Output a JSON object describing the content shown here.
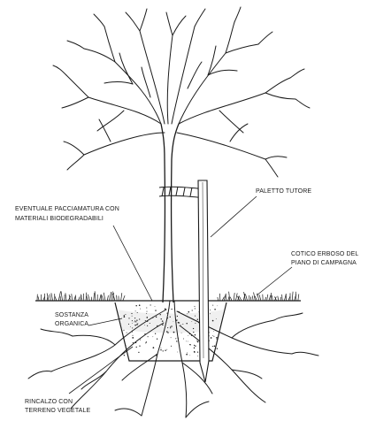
{
  "labels": {
    "mulch_line1": "EVENTUALE PACCIAMATURA CON",
    "mulch_line2": "MATERIALI BIODEGRADABILI",
    "stake": "PALETTO TUTORE",
    "turf_line1": "COTICO ERBOSO DEL",
    "turf_line2": "PIANO DI CAMPAGNA",
    "organic_line1": "SOSTANZA",
    "organic_line2": "ORGANICA",
    "backfill_line1": "RINCALZO CON",
    "backfill_line2": "TERRENO VEGETALE"
  },
  "colors": {
    "ink": "#1a1a1a",
    "background": "#ffffff"
  }
}
